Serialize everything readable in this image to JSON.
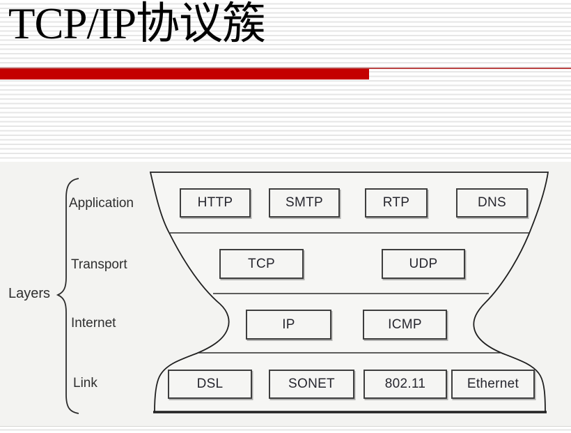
{
  "slide": {
    "title": "TCP/IP协议簇"
  },
  "colors": {
    "accent_bar_red": "#c40000",
    "accent_rule_red": "#bb4444",
    "panel_background": "#f3f3f1",
    "diagram_outline": "#1f1f1f"
  },
  "diagram": {
    "group_label": "Layers",
    "layers": [
      {
        "label": "Application",
        "protocols": [
          "HTTP",
          "SMTP",
          "RTP",
          "DNS"
        ]
      },
      {
        "label": "Transport",
        "protocols": [
          "TCP",
          "UDP"
        ]
      },
      {
        "label": "Internet",
        "protocols": [
          "IP",
          "ICMP"
        ]
      },
      {
        "label": "Link",
        "protocols": [
          "DSL",
          "SONET",
          "802.11",
          "Ethernet"
        ]
      }
    ]
  }
}
